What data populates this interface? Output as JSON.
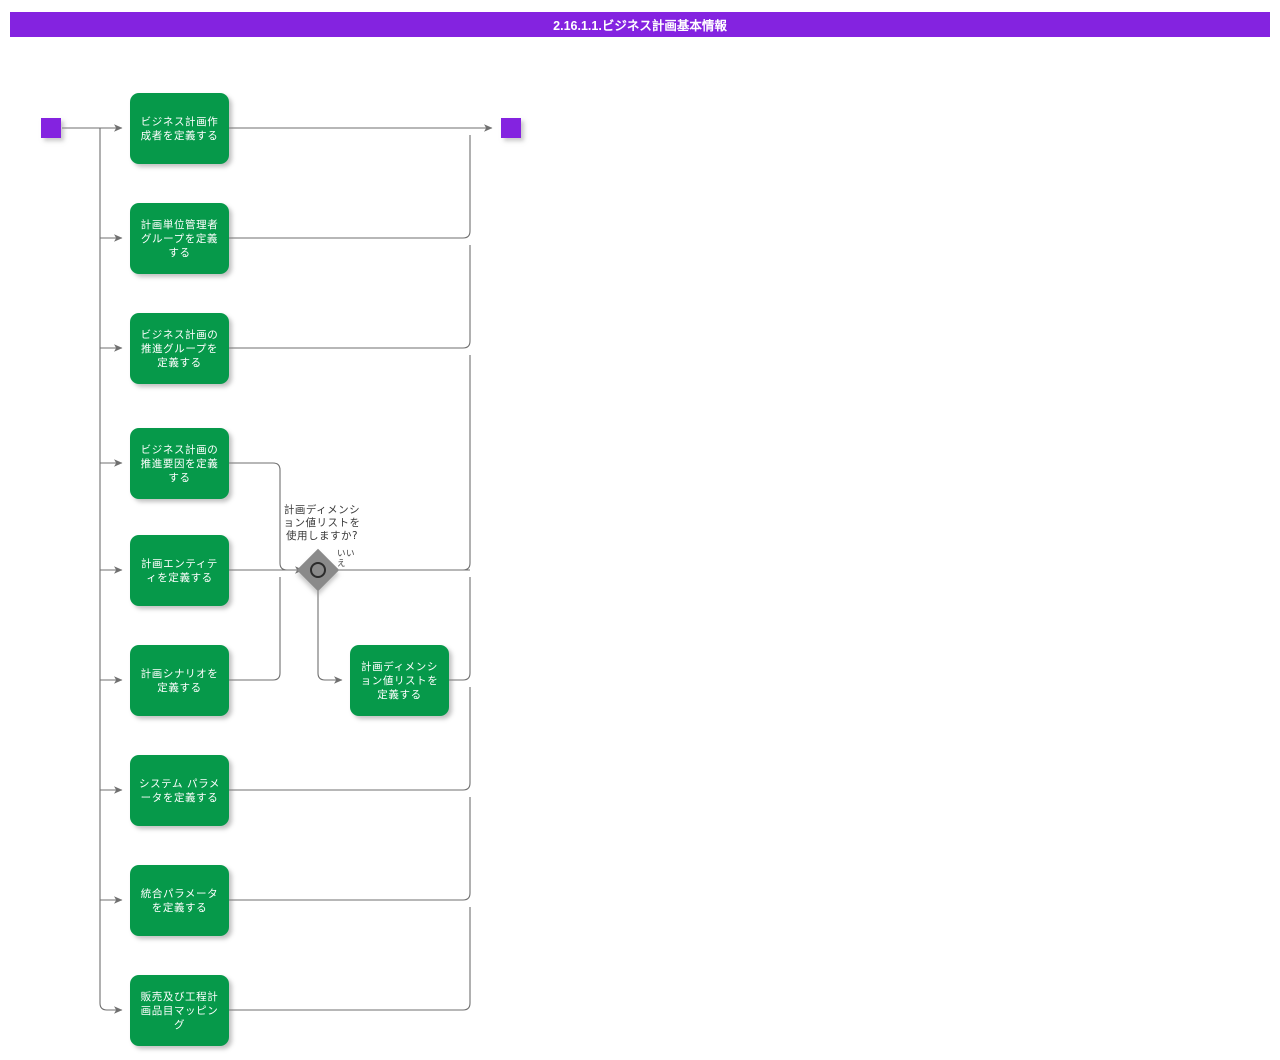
{
  "header": {
    "title": "2.16.1.1.ビジネス計画基本情報",
    "bar_color": "#8423e0",
    "title_color": "#ffffff"
  },
  "colors": {
    "task_fill": "#06994a",
    "task_text": "#ffffff",
    "terminator_fill": "#8423e0",
    "gateway_fill": "#8a8a8a",
    "gateway_ring": "#2b2b2b",
    "edge_stroke": "#6b6b6b",
    "label_text": "#3a3a3a",
    "canvas": "#ffffff"
  },
  "diagram": {
    "type": "flowchart",
    "start_node": {
      "name": "start",
      "shape": "square"
    },
    "end_node": {
      "name": "end",
      "shape": "square"
    },
    "tasks": [
      {
        "id": "t1",
        "label": "ビジネス計画作成者を定義する"
      },
      {
        "id": "t2",
        "label": "計画単位管理者グループを定義する"
      },
      {
        "id": "t3",
        "label": "ビジネス計画の推進グループを定義する"
      },
      {
        "id": "t4",
        "label": "ビジネス計画の推進要因を定義する"
      },
      {
        "id": "t5",
        "label": "計画エンティティを定義する"
      },
      {
        "id": "t6",
        "label": "計画シナリオを定義する"
      },
      {
        "id": "t7",
        "label": "システム パラメータを定義する"
      },
      {
        "id": "t8",
        "label": "統合パラメータを定義する"
      },
      {
        "id": "t9",
        "label": "販売及び工程計画品目マッピング"
      },
      {
        "id": "t10",
        "label": "計画ディメンション値リストを定義する"
      }
    ],
    "gateway": {
      "id": "g1",
      "question": "計画ディメンション値リストを使用しますか?",
      "branch_label": "いいえ"
    }
  }
}
